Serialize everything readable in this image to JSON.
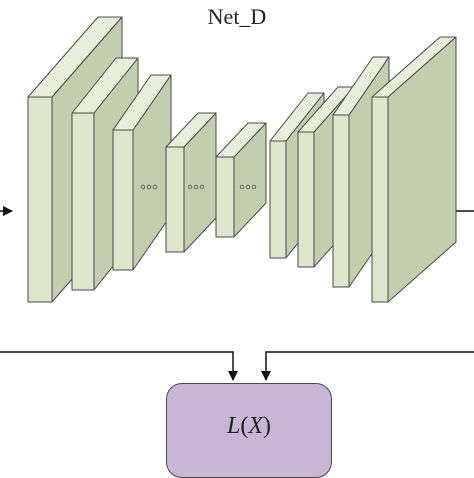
{
  "network": {
    "title": "Net_D",
    "block_fill": "#dde5cb",
    "block_side_fill": "#c2cead",
    "block_top_fill": "#e8eedb",
    "block_stroke": "#4a4a4a"
  },
  "loss": {
    "label_L": "L",
    "label_open": "(",
    "label_X": "X",
    "label_close": ")",
    "fill": "#c9b6d6"
  },
  "icons": {
    "ellipsis": "ellipsis-icon",
    "arrow": "arrow-icon"
  }
}
